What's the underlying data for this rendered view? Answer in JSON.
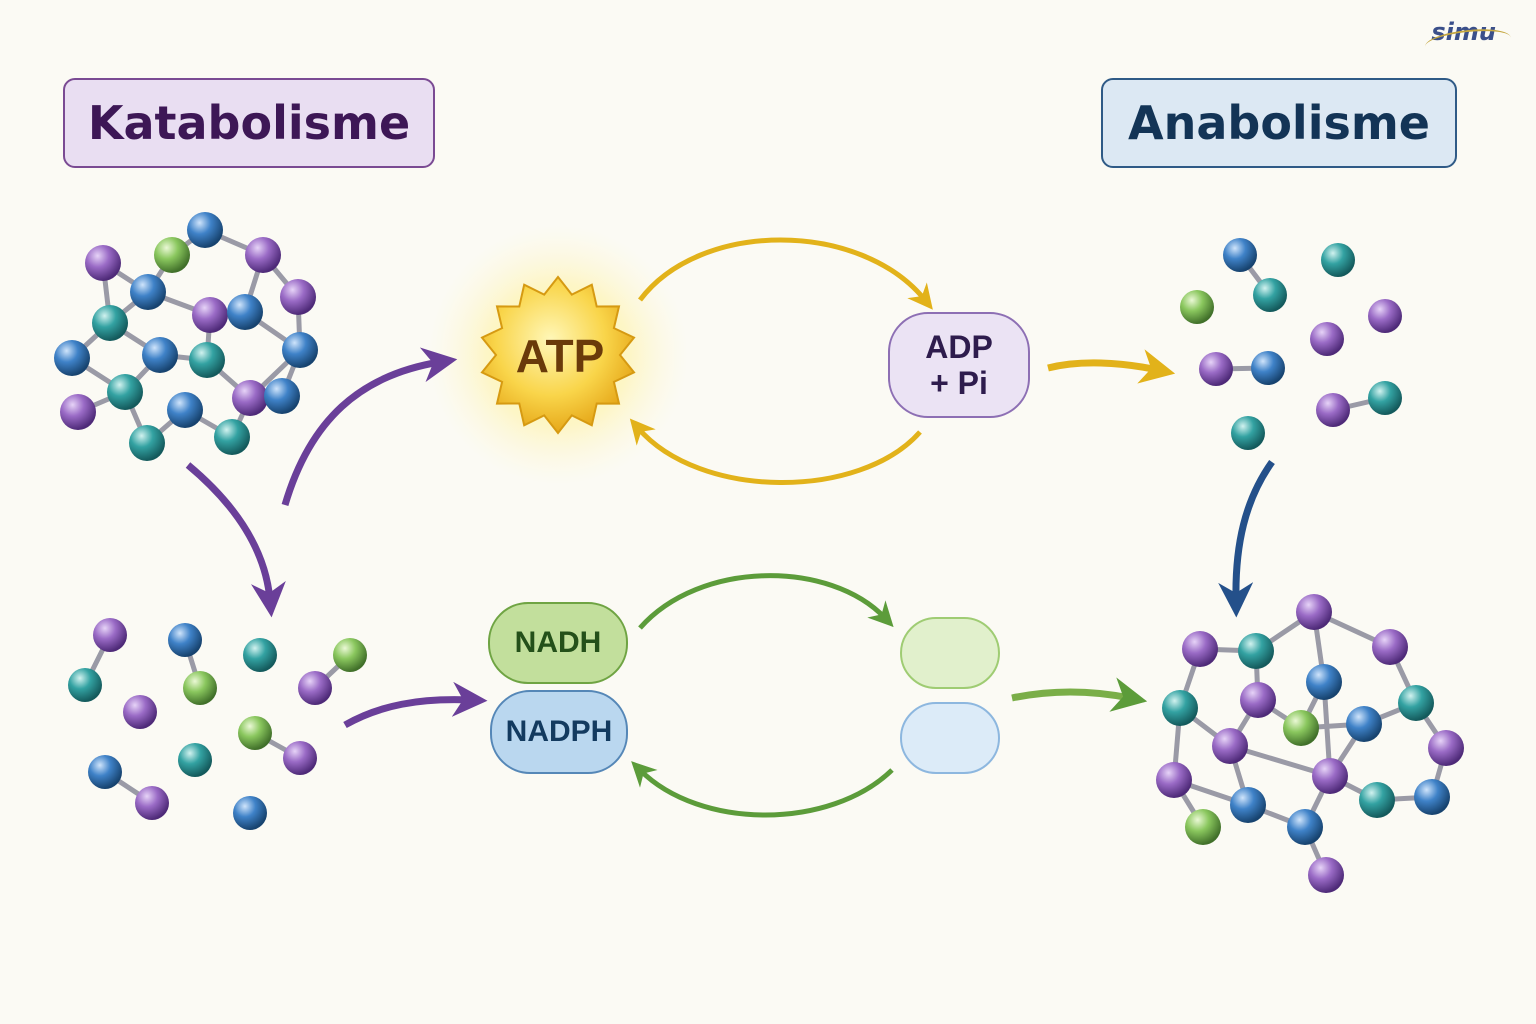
{
  "titles": {
    "catabolism": "Katabolisme",
    "anabolism": "Anabolisme"
  },
  "logo": "simu",
  "energy_carriers": {
    "atp": "ATP",
    "adp_line1": "ADP",
    "adp_line2": "+ Pi",
    "nadh": "NADH",
    "nadph": "NADPH"
  },
  "colors": {
    "catabolism_arrow": "#6a3f99",
    "atp_cycle": "#e2b21a",
    "nadh_cycle": "#5c9c3a",
    "anabolism_arrow": "#24508a",
    "atom_purple": "#8a5bb5",
    "atom_blue": "#3d7ec4",
    "atom_teal": "#2f9a9d",
    "atom_green": "#86c25a"
  }
}
